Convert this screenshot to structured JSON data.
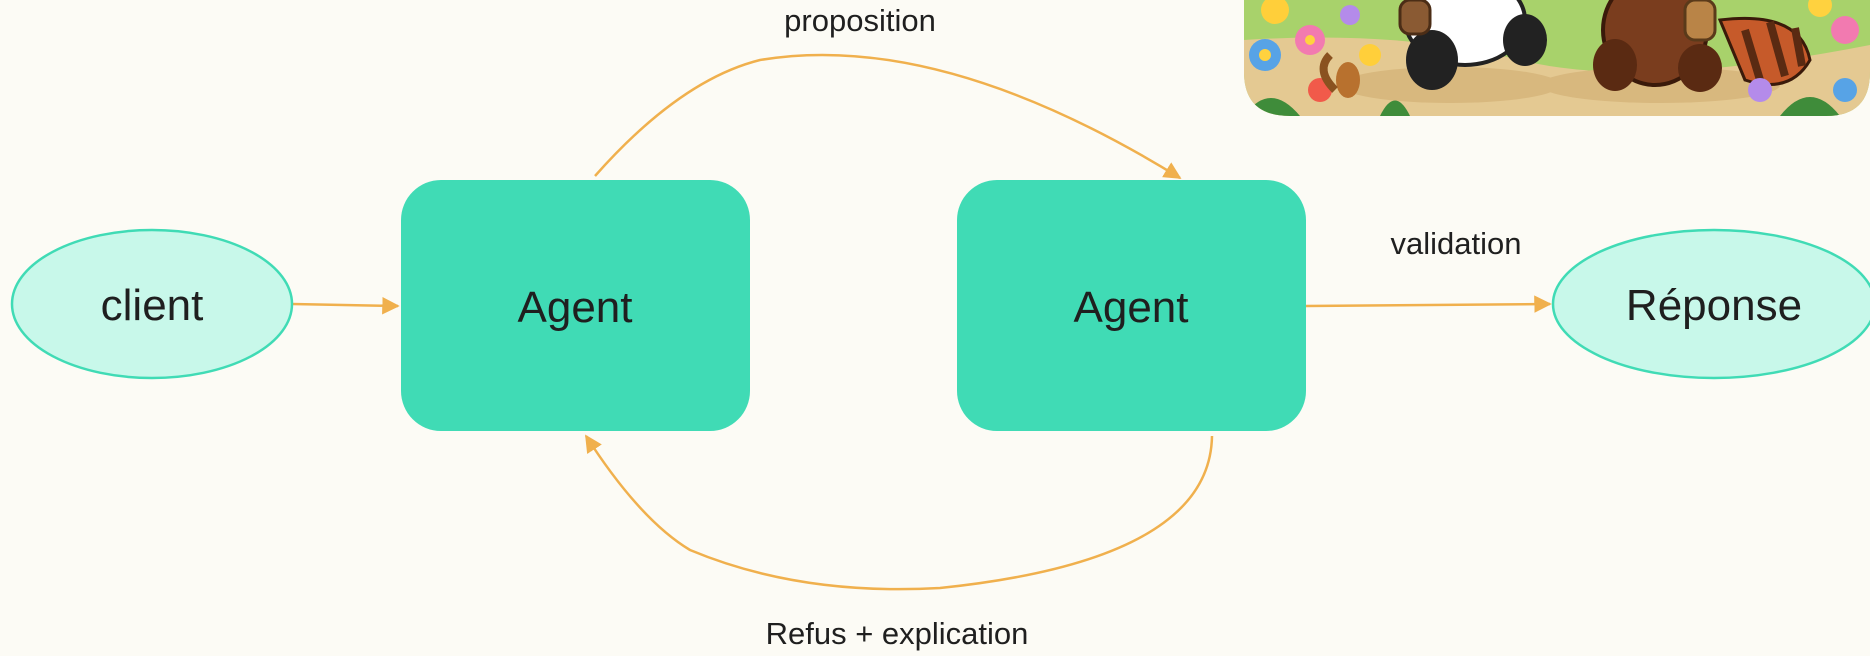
{
  "nodes": {
    "client": "client",
    "agent_left": "Agent",
    "agent_right": "Agent",
    "response": "Réponse"
  },
  "edges": {
    "proposition": "proposition",
    "validation": "validation",
    "refusal": "Refus + explication"
  },
  "illustration": {
    "description_icon": "cartoon-panda-and-red-panda-icon"
  },
  "colors": {
    "background": "#fcfbf5",
    "agent_fill": "#40dbb5",
    "terminal_fill": "#c8f8ea",
    "terminal_stroke": "#40dbb5",
    "arrow": "#f0b04d"
  }
}
